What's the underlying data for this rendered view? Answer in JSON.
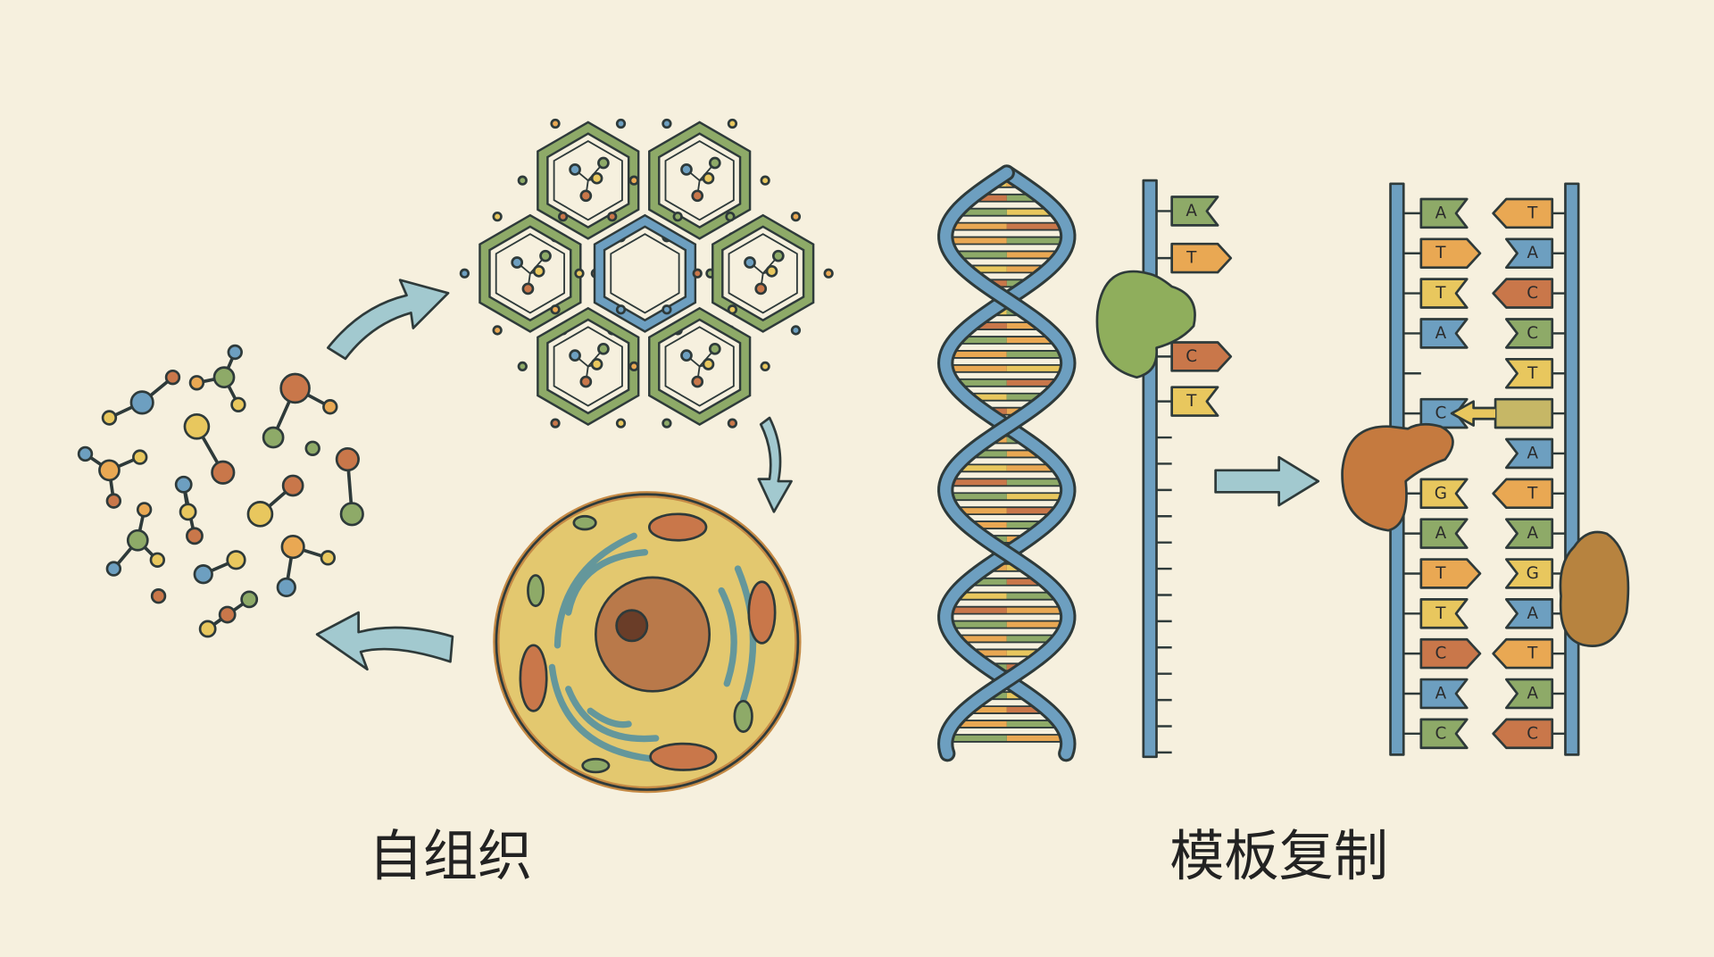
{
  "labels": {
    "left": "自组织",
    "right": "模板复制"
  },
  "colors": {
    "background": "#f6f0de",
    "backbone": "#5b93b3",
    "arrow": "#a2c9cf",
    "green": "#8eaa68",
    "orange": "#e9a853",
    "yellow": "#e8c75e",
    "blue": "#6d9fc0",
    "rust": "#c9774a",
    "enzyme_green": "#8fae5c",
    "enzyme_brown": "#c57a3f"
  },
  "template_strand": [
    {
      "letter": "A",
      "color": "green",
      "shape": "flag"
    },
    {
      "letter": "T",
      "color": "orange",
      "shape": "arrow"
    },
    {
      "letter": "C",
      "color": "rust",
      "shape": "arrow"
    },
    {
      "letter": "T",
      "color": "yellow",
      "shape": "flag"
    }
  ],
  "replication_left_strand": [
    {
      "letter": "A",
      "color": "green",
      "shape": "flag"
    },
    {
      "letter": "T",
      "color": "orange",
      "shape": "arrow"
    },
    {
      "letter": "T",
      "color": "yellow",
      "shape": "flag"
    },
    {
      "letter": "A",
      "color": "blue",
      "shape": "flag"
    },
    null,
    {
      "letter": "C",
      "color": "blue",
      "shape": "flag"
    },
    null,
    {
      "letter": "G",
      "color": "yellow",
      "shape": "flag"
    },
    {
      "letter": "A",
      "color": "green",
      "shape": "flag"
    },
    {
      "letter": "T",
      "color": "orange",
      "shape": "arrow"
    },
    {
      "letter": "T",
      "color": "yellow",
      "shape": "flag"
    },
    {
      "letter": "C",
      "color": "rust",
      "shape": "arrow"
    },
    {
      "letter": "A",
      "color": "blue",
      "shape": "flag"
    },
    {
      "letter": "C",
      "color": "green",
      "shape": "flag"
    }
  ],
  "replication_right_strand": [
    {
      "letter": "T",
      "color": "orange",
      "shape": "arrow"
    },
    {
      "letter": "A",
      "color": "blue",
      "shape": "flag"
    },
    {
      "letter": "C",
      "color": "rust",
      "shape": "arrow"
    },
    {
      "letter": "C",
      "color": "green",
      "shape": "flag"
    },
    {
      "letter": "T",
      "color": "yellow",
      "shape": "flag"
    },
    {
      "letter": "",
      "color": "incoming",
      "shape": "incoming"
    },
    {
      "letter": "A",
      "color": "blue",
      "shape": "flag"
    },
    {
      "letter": "T",
      "color": "orange",
      "shape": "arrow"
    },
    {
      "letter": "A",
      "color": "green",
      "shape": "flag"
    },
    {
      "letter": "G",
      "color": "yellow",
      "shape": "flag"
    },
    {
      "letter": "A",
      "color": "blue",
      "shape": "flag"
    },
    {
      "letter": "T",
      "color": "orange",
      "shape": "arrow"
    },
    {
      "letter": "A",
      "color": "green",
      "shape": "flag"
    },
    {
      "letter": "C",
      "color": "rust",
      "shape": "arrow"
    }
  ]
}
